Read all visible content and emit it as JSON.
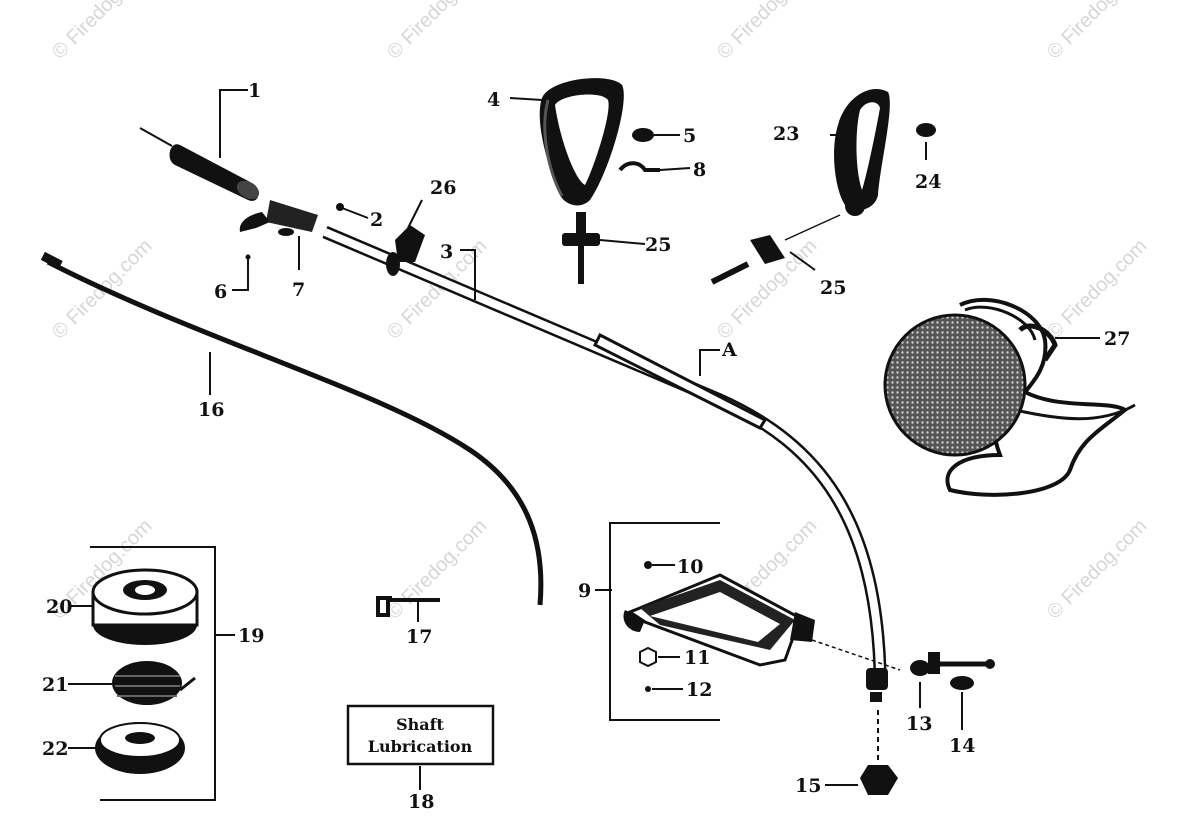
{
  "watermark": "© Firedog.com",
  "callouts": {
    "c1": "1",
    "c2": "2",
    "c3": "3",
    "c4": "4",
    "c5": "5",
    "c6": "6",
    "c7": "7",
    "c8": "8",
    "c9": "9",
    "c10": "10",
    "c11": "11",
    "c12": "12",
    "c13": "13",
    "c14": "14",
    "c15": "15",
    "c16": "16",
    "c17": "17",
    "c18": "18",
    "c19": "19",
    "c20": "20",
    "c21": "21",
    "c22": "22",
    "c23": "23",
    "c24": "24",
    "c25a": "25",
    "c25b": "25",
    "c26": "26",
    "c27": "27",
    "cA": "A"
  },
  "lubrication_box": {
    "line1": "Shaft",
    "line2": "Lubrication"
  }
}
